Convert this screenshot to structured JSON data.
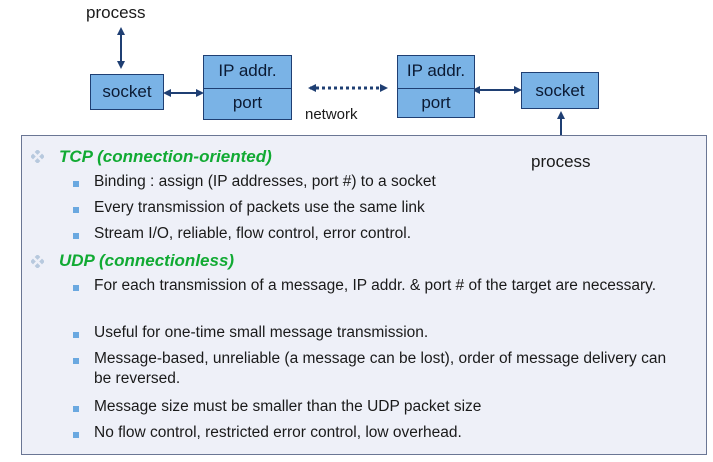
{
  "diagram": {
    "process_left": "process",
    "process_right": "process",
    "socket_left": "socket",
    "socket_right": "socket",
    "ip_left": "IP addr.",
    "port_left": "port",
    "ip_right": "IP addr.",
    "port_right": "port",
    "network": "network"
  },
  "sections": [
    {
      "heading": "TCP (connection-oriented)",
      "items": [
        "Binding : assign (IP addresses, port #) to a socket",
        "Every transmission of packets use the same link",
        "Stream I/O, reliable, flow control, error control."
      ]
    },
    {
      "heading": "UDP (connectionless)",
      "items": [
        "For each transmission of a message, IP addr. & port # of the target are necessary.",
        "Useful for one-time small message transmission.",
        "Message-based, unreliable (a message can be lost), order of message delivery can be reversed.",
        "Message size must be smaller than the UDP packet size",
        "No flow control, restricted error control, low overhead."
      ]
    }
  ],
  "colors": {
    "box_fill": "#7ab3e6",
    "heading_green": "#11aa33",
    "arrow_navy": "#1f3f73",
    "panel_bg": "#eef0f8"
  }
}
